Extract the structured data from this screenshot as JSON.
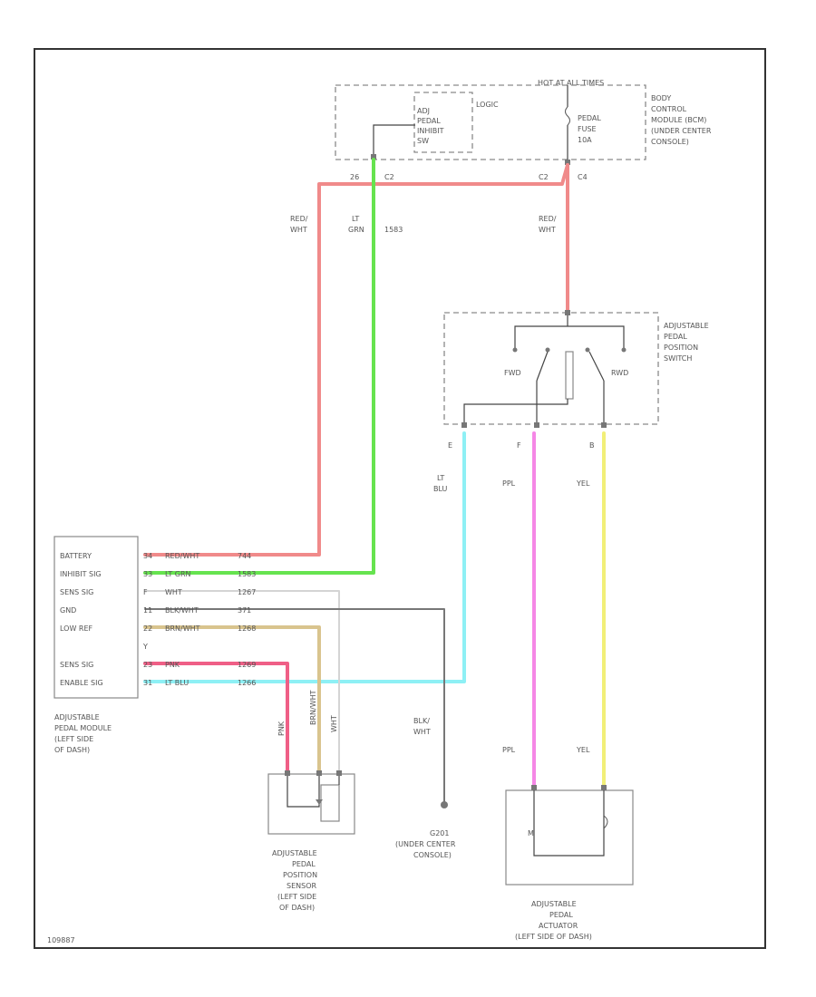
{
  "colors": {
    "red_wht": "#f08a8a",
    "lt_grn": "#66e34f",
    "wht": "#d4d4d4",
    "blk_wht": "#777777",
    "brn_wht": "#d9c48e",
    "pnk": "#ef5f86",
    "lt_blu": "#8ef0f5",
    "ppl": "#f587e6",
    "yel": "#f2ef78"
  },
  "bcm": {
    "top_label": "HOT AT ALL TIMES",
    "name_lines": [
      "BODY",
      "CONTROL",
      "MODULE (BCM)",
      "(UNDER CENTER",
      "CONSOLE)"
    ],
    "logic_label": "LOGIC",
    "inhibit_lines": [
      "ADJ",
      "PEDAL",
      "INHIBIT",
      "SW"
    ],
    "fuse_lines": [
      "PEDAL",
      "FUSE",
      "10A"
    ],
    "pin_left_1": "26",
    "pin_left_2": "C2",
    "pin_right_1": "C2",
    "pin_right_2": "C4"
  },
  "wire_labels": {
    "battery_feed_color": [
      "RED/",
      "WHT"
    ],
    "inhibit_color": [
      "LT",
      "GRN"
    ],
    "inhibit_circuit": "1583",
    "switch_feed_color": [
      "RED/",
      "WHT"
    ],
    "lt_blu": [
      "LT",
      "BLU"
    ],
    "ppl_upper": "PPL",
    "yel_upper": "YEL",
    "ppl_lower": "PPL",
    "yel_lower": "YEL",
    "ground_color": [
      "BLK/",
      "WHT"
    ],
    "sensor_pnk_vert": "PNK",
    "sensor_brn_vert": "BRN/WHT",
    "sensor_wht_vert": "WHT"
  },
  "switch": {
    "name_lines": [
      "ADJUSTABLE",
      "PEDAL",
      "POSITION",
      "SWITCH"
    ],
    "fwd_label": "FWD",
    "rwd_label": "RWD",
    "pin_e": "E",
    "pin_f": "F",
    "pin_b": "B"
  },
  "module": {
    "rows": [
      {
        "label": "BATTERY",
        "pin": "34",
        "wire": "RED/WHT",
        "circuit": "744"
      },
      {
        "label": "INHIBIT SIG",
        "pin": "33",
        "wire": "LT GRN",
        "circuit": "1583"
      },
      {
        "label": "SENS SIG",
        "pin": "F",
        "wire": "WHT",
        "circuit": "1267"
      },
      {
        "label": "GND",
        "pin": "11",
        "wire": "BLK/WHT",
        "circuit": "371"
      },
      {
        "label": "LOW REF",
        "pin": "22",
        "wire": "BRN/WHT",
        "circuit": "1268"
      },
      {
        "label": "",
        "pin": "Y",
        "wire": "",
        "circuit": ""
      },
      {
        "label": "SENS SIG",
        "pin": "23",
        "wire": "PNK",
        "circuit": "1269"
      },
      {
        "label": "ENABLE SIG",
        "pin": "31",
        "wire": "LT BLU",
        "circuit": "1266"
      }
    ],
    "caption_lines": [
      "ADJUSTABLE",
      "PEDAL MODULE",
      "(LEFT SIDE",
      "OF DASH)"
    ]
  },
  "sensor": {
    "caption_lines": [
      "ADJUSTABLE",
      "PEDAL",
      "POSITION",
      "SENSOR",
      "(LEFT SIDE",
      "OF DASH)"
    ]
  },
  "ground": {
    "caption_lines": [
      "G201",
      "(UNDER CENTER",
      "CONSOLE)"
    ]
  },
  "actuator": {
    "motor_symbol": "M",
    "caption_lines": [
      "ADJUSTABLE",
      "PEDAL",
      "ACTUATOR",
      "(LEFT SIDE OF DASH)"
    ]
  },
  "figure_id": "109887"
}
